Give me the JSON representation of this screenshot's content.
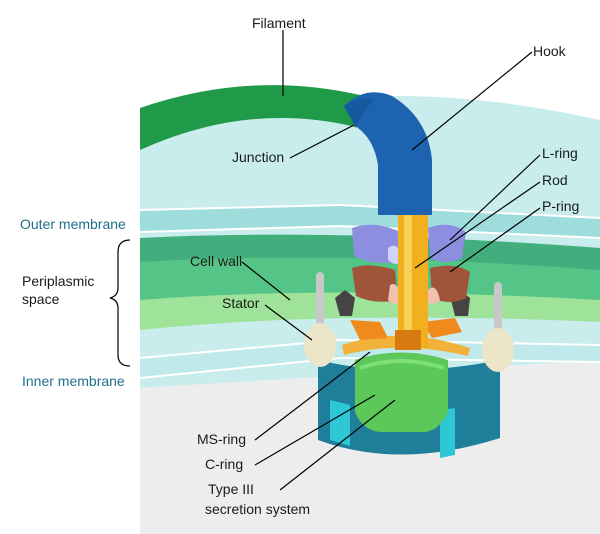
{
  "labels": {
    "filament": "Filament",
    "hook": "Hook",
    "junction": "Junction",
    "l_ring": "L-ring",
    "rod": "Rod",
    "p_ring": "P-ring",
    "outer_membrane": "Outer membrane",
    "periplasmic_1": "Periplasmic",
    "periplasmic_2": "space",
    "cell_wall": "Cell wall",
    "stator": "Stator",
    "inner_membrane": "Inner membrane",
    "ms_ring": "MS-ring",
    "c_ring": "C-ring",
    "t3ss_1": "Type III",
    "t3ss_2": "secretion system"
  },
  "colors": {
    "filament": "#1f9a48",
    "hook": "#1d63b0",
    "rod": "#f2b01e",
    "l_ring": "#8c8fe0",
    "p_ring": "#a0553a",
    "stator": "#ece5c8",
    "ms_ring": "#f08a1c",
    "c_ring": "#1f7f9a",
    "export_apparatus": "#5cc85a",
    "membrane": "#bfe9ea",
    "cell_wall": "#3cbf5a",
    "label_teal": "#1f6f8b"
  }
}
